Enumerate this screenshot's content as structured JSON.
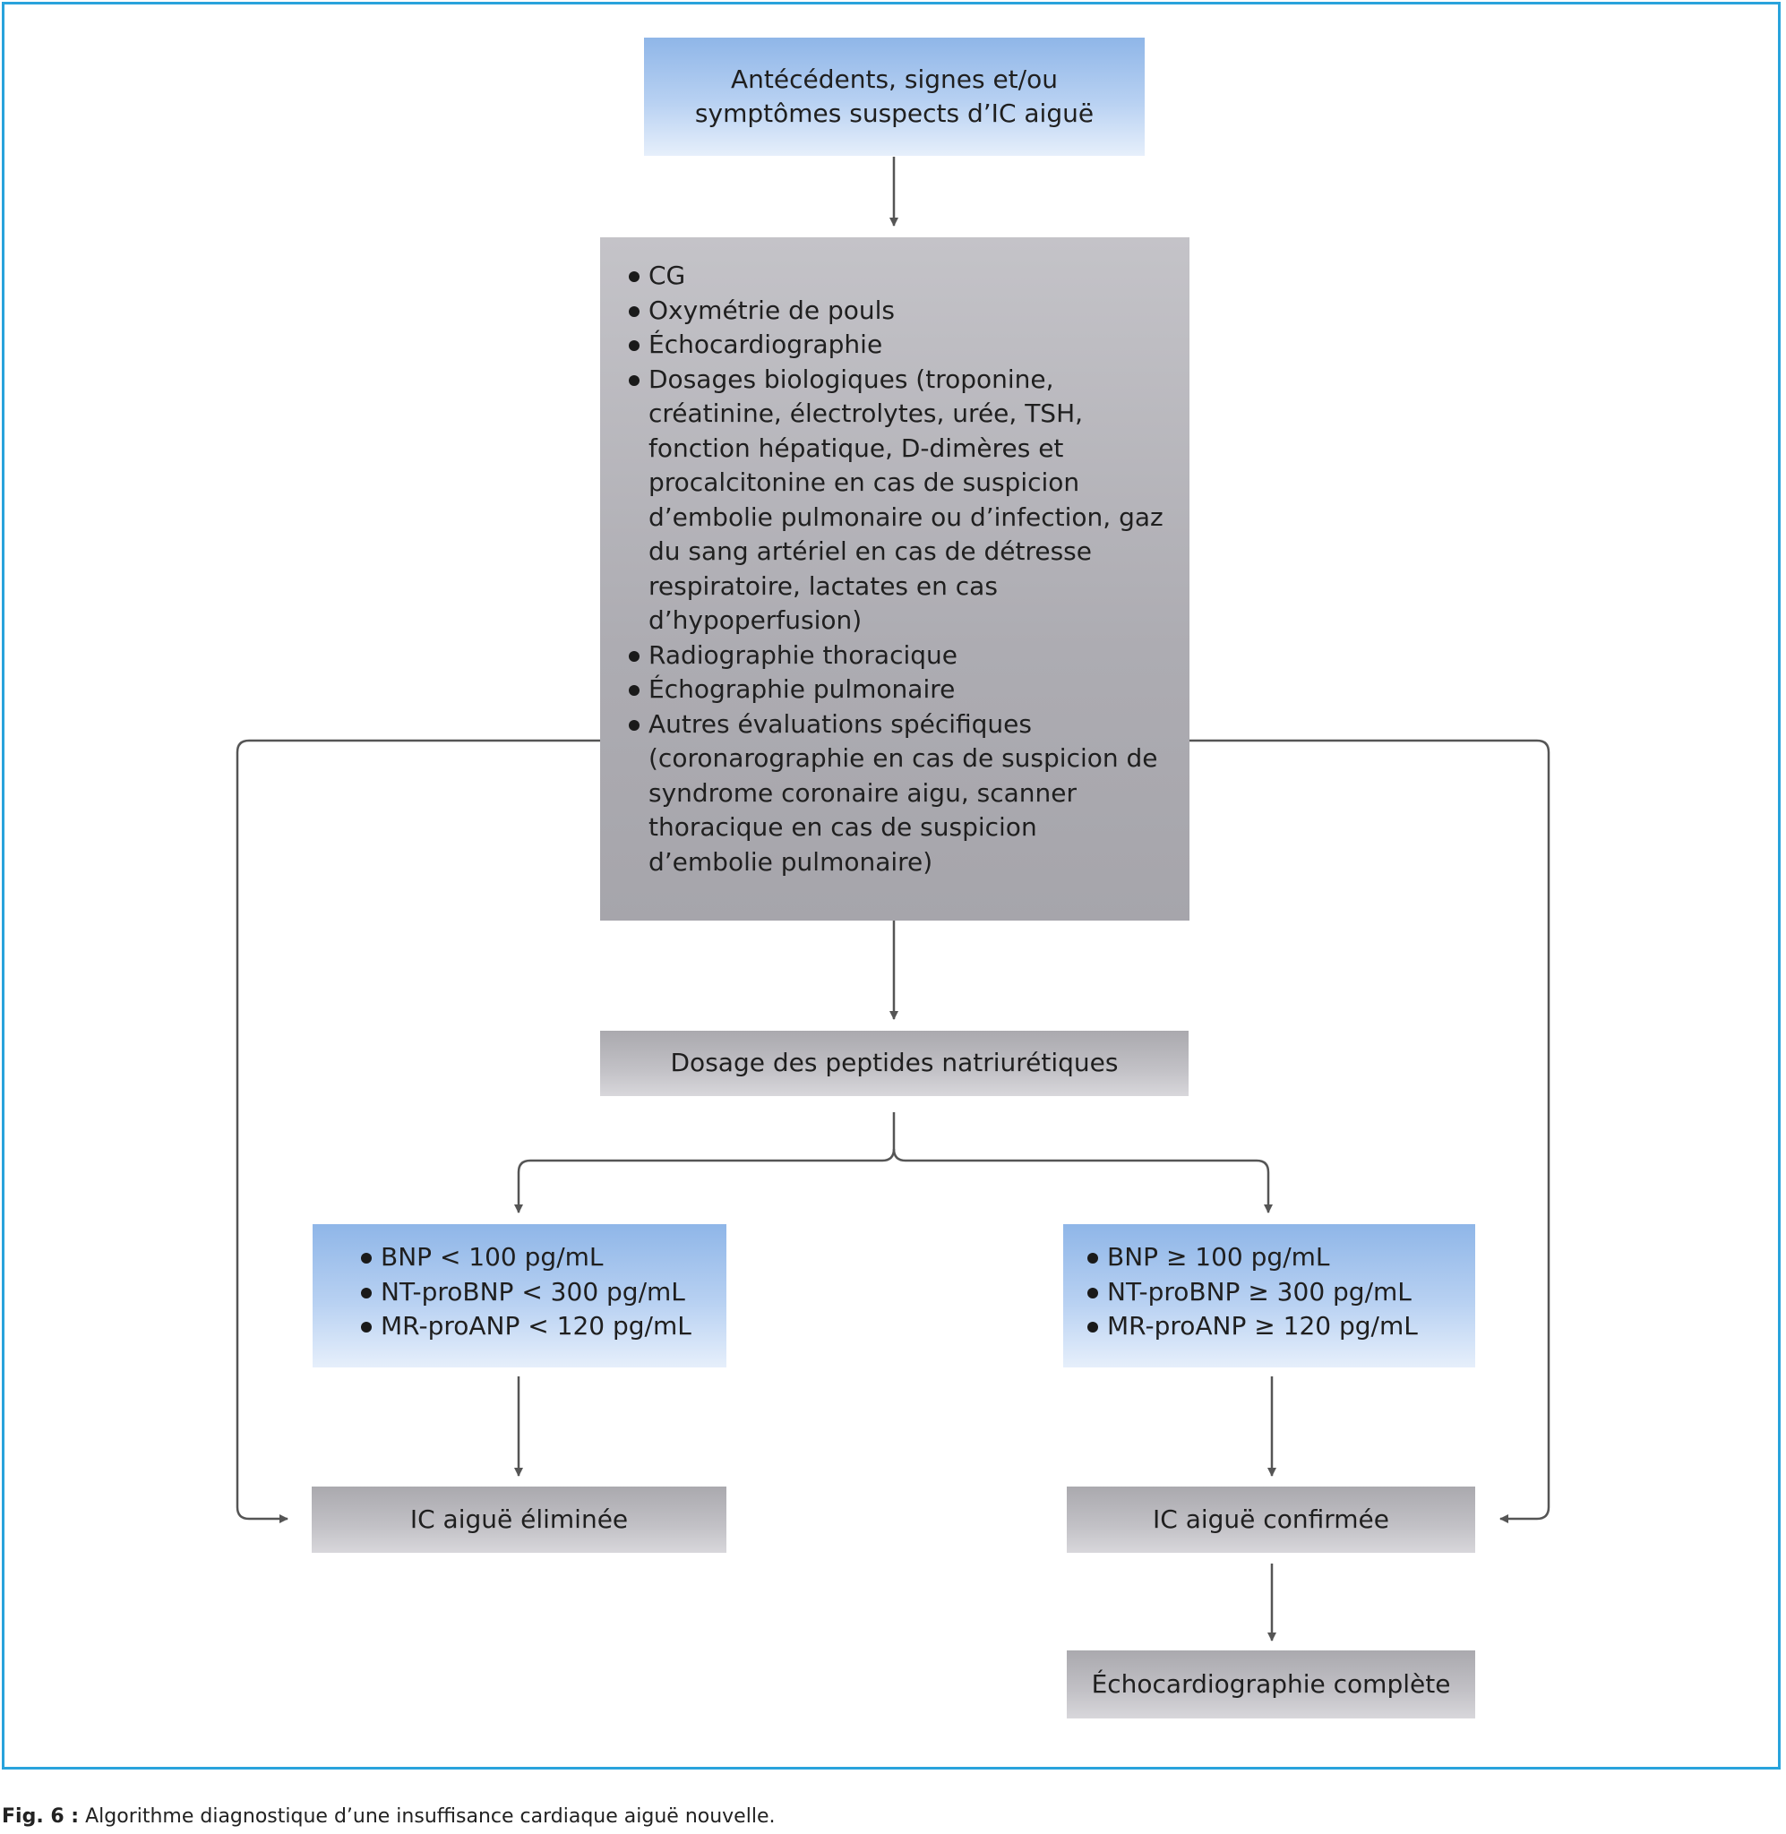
{
  "nodes": {
    "start": {
      "lines": [
        "Antécédents, signes et/ou",
        "symptômes suspects d’IC aiguë"
      ]
    },
    "exams": {
      "items": [
        " CG",
        "Oxymétrie de pouls",
        "Échocardiographie",
        "Dosages biologiques (troponine, créatinine, électrolytes, urée, TSH, fonction hépatique, D-dimères et procalcitonine en cas de suspicion d’embolie pulmonaire ou d’infection, gaz du sang artériel en cas de détresse respiratoire, lactates en cas d’hypoperfusion)",
        "Radiographie thoracique",
        "Échographie pulmonaire",
        "Autres évaluations spécifiques (coronarographie en cas de suspicion de syndrome coronaire aigu, scanner thoracique en cas de suspicion d’embolie pulmonaire)"
      ]
    },
    "peptides": {
      "label": "Dosage des peptides natriurétiques"
    },
    "low": {
      "items": [
        "BNP < 100 pg/mL",
        "NT-proBNP < 300 pg/mL",
        "MR-proANP < 120 pg/mL"
      ]
    },
    "high": {
      "items": [
        "BNP ≥ 100 pg/mL",
        "NT-proBNP ≥ 300 pg/mL",
        "MR-proANP ≥ 120 pg/mL"
      ]
    },
    "excluded": {
      "label": "IC aiguë éliminée"
    },
    "confirmed": {
      "label": "IC aiguë confirmée"
    },
    "echo": {
      "label": "Échocardiographie complète"
    }
  },
  "edges": [
    {
      "from": "start",
      "to": "exams"
    },
    {
      "from": "exams",
      "to": "peptides"
    },
    {
      "from": "exams",
      "to": "excluded"
    },
    {
      "from": "exams",
      "to": "confirmed"
    },
    {
      "from": "peptides",
      "to": "low"
    },
    {
      "from": "peptides",
      "to": "high"
    },
    {
      "from": "low",
      "to": "excluded"
    },
    {
      "from": "high",
      "to": "confirmed"
    },
    {
      "from": "confirmed",
      "to": "echo"
    }
  ],
  "caption": {
    "label": "Fig. 6 :",
    "text": " Algorithme diagnostique d’une insuffisance cardiaque aiguë nouvelle."
  },
  "colors": {
    "frame": "#29a3dc",
    "connector": "#555555",
    "blue_box": "#9dbfe9",
    "grey_box": "#b0afb4"
  }
}
